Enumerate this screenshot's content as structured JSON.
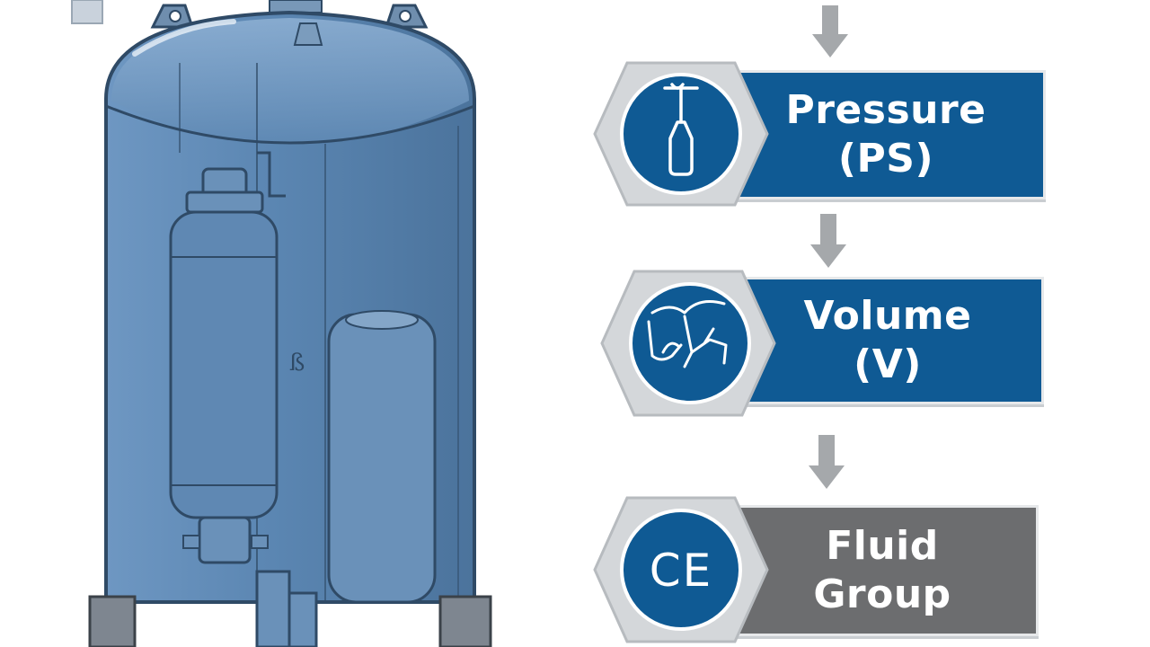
{
  "steps": [
    {
      "line1": "Pressure",
      "line2": "(PS)",
      "icon": "pressure-gauge-icon",
      "style": "blue"
    },
    {
      "line1": "Volume",
      "line2": "(V)",
      "icon": "vessel-hand-icon",
      "style": "blue"
    },
    {
      "line1": "Fluid",
      "line2": "Group",
      "icon": "ce-mark-icon",
      "style": "gray"
    }
  ],
  "badge_text": {
    "ce": "CE"
  },
  "colors": {
    "blue_banner": "#0f5a94",
    "gray_banner": "#6c6d6f",
    "vessel_blue": "#5d87b3",
    "vessel_outline": "#2f4a66",
    "arrow_gray": "#a5a8ab"
  }
}
